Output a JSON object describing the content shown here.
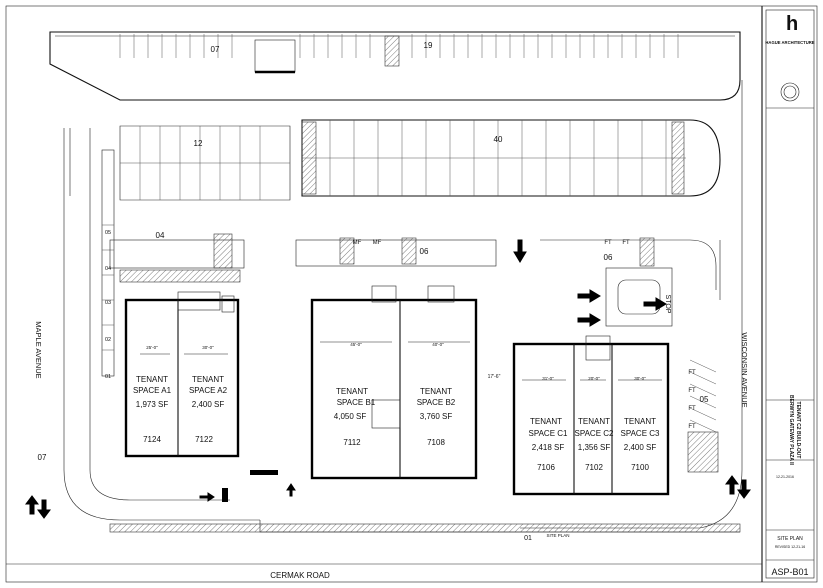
{
  "title_block": {
    "firm_name": "HAGUE ARCHITECTURE",
    "project_line1": "BERWYN GATEWAY PLAZA II",
    "project_line2": "TENANT C2 BUILD-OUT",
    "sheet_title": "SITE PLAN",
    "sheet_number": "ASP-B01",
    "date": "12-21-2016",
    "revised": "REVISED 12-21-16"
  },
  "streets": {
    "west": "MAPLE AVENUE",
    "east": "WISCONSIN AVENUE",
    "south": "CERMAK ROAD"
  },
  "parking_counts": {
    "top_left": "07",
    "top_right": "19",
    "mid_left": "12",
    "mid_right": "40",
    "near_a": "04",
    "near_b": "06",
    "near_c": "06",
    "east": "05",
    "west": "07",
    "bottom": "01"
  },
  "west_stalls": [
    "05",
    "04",
    "03",
    "02",
    "01"
  ],
  "tenants": [
    {
      "key": "a1",
      "line1": "TENANT",
      "line2": "SPACE A1",
      "area": "1,973 SF",
      "address": "7124",
      "width": "25'-0\""
    },
    {
      "key": "a2",
      "line1": "TENANT",
      "line2": "SPACE A2",
      "area": "2,400 SF",
      "address": "7122",
      "width": "30'-0\""
    },
    {
      "key": "b1",
      "line1": "TENANT",
      "line2": "SPACE B1",
      "area": "4,050 SF",
      "address": "7112",
      "width": "45'-0\""
    },
    {
      "key": "b2",
      "line1": "TENANT",
      "line2": "SPACE B2",
      "area": "3,760 SF",
      "address": "7108",
      "width": "40'-0\""
    },
    {
      "key": "c1",
      "line1": "TENANT",
      "line2": "SPACE C1",
      "area": "2,418 SF",
      "address": "7106",
      "width": "31'-0\""
    },
    {
      "key": "c2",
      "line1": "TENANT",
      "line2": "SPACE C2",
      "area": "1,356 SF",
      "address": "7102",
      "width": "20'-0\""
    },
    {
      "key": "c3",
      "line1": "TENANT",
      "line2": "SPACE C3",
      "area": "2,400 SF",
      "address": "7100",
      "width": "30'-0\""
    }
  ],
  "labels": {
    "stop": "STOP",
    "mf": "MF",
    "ft": "FT",
    "gap_dim": "17'-6\"",
    "site_plan_key": "SITE PLAN"
  }
}
